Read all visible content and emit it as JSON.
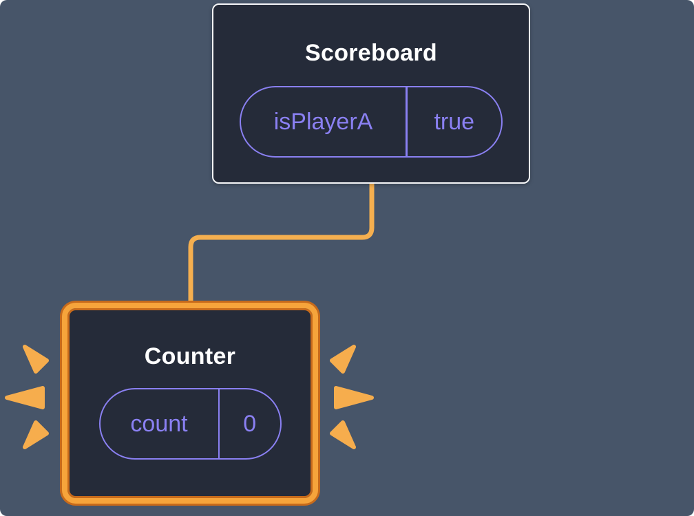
{
  "scoreboard": {
    "title": "Scoreboard",
    "state": {
      "key": "isPlayerA",
      "value": "true"
    }
  },
  "counter": {
    "title": "Counter",
    "state": {
      "key": "count",
      "value": "0"
    }
  },
  "icons": {
    "connector": "elbow-connector-line",
    "rays_left": "sparkle-rays-left-icon",
    "rays_right": "sparkle-rays-right-icon"
  },
  "colors": {
    "background": "#475569",
    "card_fill": "#252B39",
    "card_border": "#F6F7F9",
    "state_accent": "#8A80F2",
    "title_text": "#FFFFFF",
    "highlight_orange": "#F6A43B",
    "highlight_orange_dark": "#C76A1B",
    "connector_orange": "#F5AF4F",
    "rays_orange": "#F6AD4D"
  }
}
